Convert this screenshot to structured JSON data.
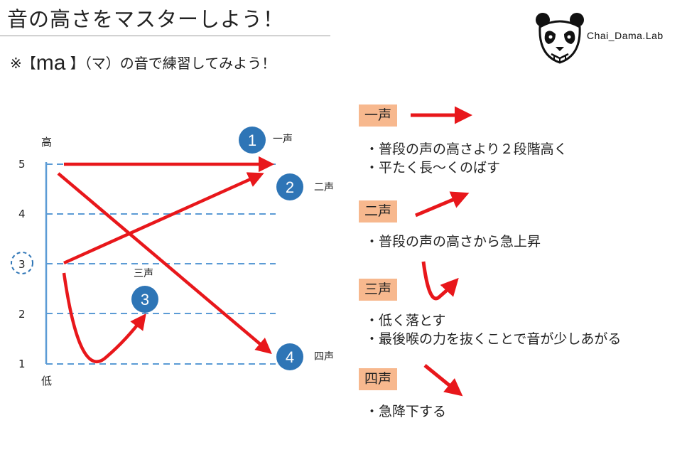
{
  "header": {
    "title": "音の高さをマスターしよう！",
    "subtitle_prefix": "※【",
    "subtitle_ma": "ma",
    "subtitle_suffix": " 】（マ）の音で練習してみよう！"
  },
  "logo": {
    "text": "Chai_Dama.Lab",
    "icon": "panda-icon"
  },
  "pitch_chart": {
    "high_label": "高",
    "low_label": "低",
    "levels": [
      "5",
      "4",
      "3",
      "2",
      "1"
    ],
    "base_level": "3",
    "tones": [
      {
        "number": "1",
        "name": "一声",
        "start": 5,
        "end": 5,
        "shape": "flat"
      },
      {
        "number": "2",
        "name": "二声",
        "start": 3,
        "end": 5,
        "shape": "rising"
      },
      {
        "number": "3",
        "name": "三声",
        "start": 3,
        "low": 1,
        "end": 2,
        "shape": "dip"
      },
      {
        "number": "4",
        "name": "四声",
        "start": 5,
        "end": 1,
        "shape": "falling"
      }
    ]
  },
  "tone_notes": [
    {
      "label": "一声",
      "lines": [
        "・普段の声の高さより２段階高く",
        "・平たく長～くのばす"
      ]
    },
    {
      "label": "二声",
      "lines": [
        "・普段の声の高さから急上昇"
      ]
    },
    {
      "label": "三声",
      "lines": [
        "・低く落とす",
        "・最後喉の力を抜くことで音が少しあがる"
      ]
    },
    {
      "label": "四声",
      "lines": [
        "・急降下する"
      ]
    }
  ],
  "colors": {
    "arrow": "#e8171b",
    "badge_bg": "#f7b88e",
    "circle": "#2e75b6",
    "axis": "#5b9bd5",
    "dashes": "#5b9bd5"
  }
}
